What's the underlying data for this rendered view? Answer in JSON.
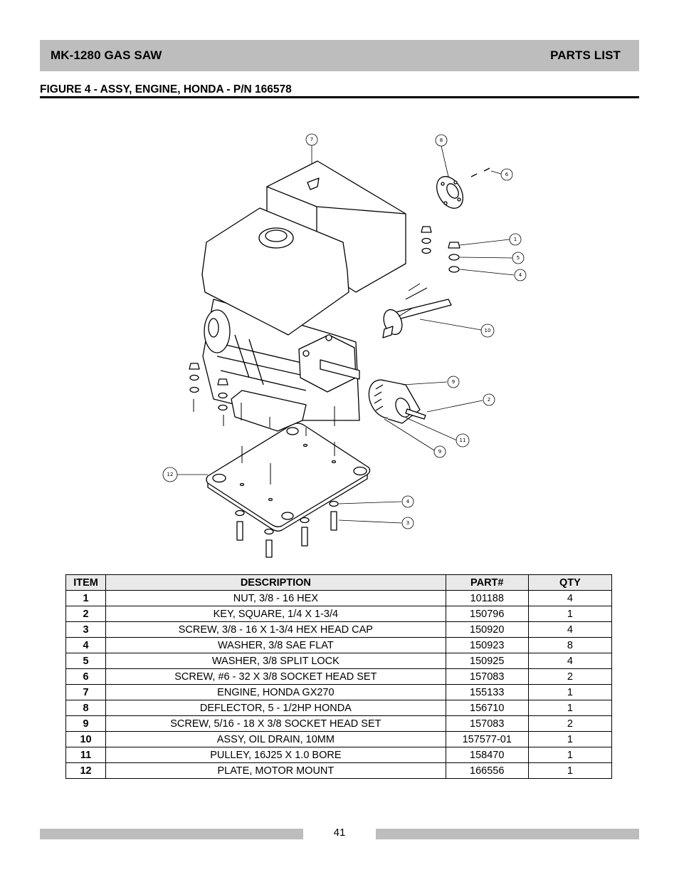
{
  "header": {
    "left_title": "MK-1280 GAS SAW",
    "right_title": "PARTS LIST"
  },
  "figure": {
    "title": "FIGURE 4 - ASSY, ENGINE, HONDA - P/N 166578",
    "callouts": [
      "7",
      "8",
      "6",
      "1",
      "5",
      "4",
      "10",
      "9",
      "2",
      "11",
      "9",
      "12",
      "4",
      "3"
    ]
  },
  "table": {
    "headers": [
      "ITEM",
      "DESCRIPTION",
      "PART#",
      "QTY"
    ],
    "rows": [
      [
        "1",
        "NUT, 3/8 - 16 HEX",
        "101188",
        "4"
      ],
      [
        "2",
        "KEY, SQUARE, 1/4 X 1-3/4",
        "150796",
        "1"
      ],
      [
        "3",
        "SCREW, 3/8 - 16 X 1-3/4 HEX HEAD CAP",
        "150920",
        "4"
      ],
      [
        "4",
        "WASHER, 3/8 SAE FLAT",
        "150923",
        "8"
      ],
      [
        "5",
        "WASHER, 3/8 SPLIT LOCK",
        "150925",
        "4"
      ],
      [
        "6",
        "SCREW, #6 - 32 X 3/8 SOCKET HEAD SET",
        "157083",
        "2"
      ],
      [
        "7",
        "ENGINE, HONDA GX270",
        "155133",
        "1"
      ],
      [
        "8",
        "DEFLECTOR, 5 - 1/2HP HONDA",
        "156710",
        "1"
      ],
      [
        "9",
        "SCREW, 5/16 - 18 X 3/8 SOCKET HEAD SET",
        "157083",
        "2"
      ],
      [
        "10",
        "ASSY, OIL DRAIN, 10MM",
        "157577-01",
        "1"
      ],
      [
        "11",
        "PULLEY, 16J25 X 1.0 BORE",
        "158470",
        "1"
      ],
      [
        "12",
        "PLATE, MOTOR MOUNT",
        "166556",
        "1"
      ]
    ]
  },
  "footer": {
    "page_number": "41"
  }
}
